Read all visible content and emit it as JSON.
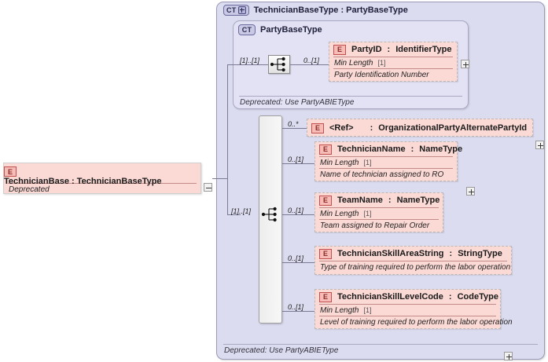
{
  "diagram": {
    "type": "xsd-schema-diagram",
    "colors": {
      "container_outer_bg": "#dcdcf0",
      "container_inner_bg": "#e2e2f4",
      "element_bg": "#fbd9d5",
      "element_badge_bg": "#f6bdb8",
      "element_badge_border": "#c0504d",
      "type_badge_bg": "#c9c9e6",
      "connector_line": "#7a7a95",
      "sequence_bar_bg": "#ededed"
    }
  },
  "root_element": {
    "badge": "E",
    "badge_icon": "element-badge-icon",
    "name": "TechnicianBase",
    "separator": ":",
    "type": "TechnicianBaseType",
    "annotation": "Deprecated",
    "expander": "collapse-minus-icon"
  },
  "outer_type": {
    "badge": "CT",
    "badge_icon": "complextype-badge-plus-icon",
    "title": "TechnicianBaseType : PartyBaseType",
    "footer": "Deprecated: Use PartyABIEType"
  },
  "inner_type": {
    "badge": "CT",
    "badge_icon": "complextype-badge-icon",
    "title": "PartyBaseType",
    "footer": "Deprecated: Use PartyABIEType",
    "sequence_icon": "sequence-compositor-icon",
    "sequence_cardinality": "[1]..[1]",
    "children": [
      {
        "badge": "E",
        "name": "PartyID",
        "separator": ":",
        "type": "IdentifierType",
        "cardinality": "0..[1]",
        "facet_name": "Min Length",
        "facet_value": "[1]",
        "documentation": "Party Identification Number",
        "expander": "expand-plus-icon"
      }
    ]
  },
  "sequence": {
    "icon": "sequence-compositor-icon",
    "cardinality": "[1]..[1]"
  },
  "children": [
    {
      "badge": "E",
      "name": "<Ref>",
      "separator": ":",
      "type": "OrganizationalPartyAlternatePartyId",
      "cardinality": "0..*",
      "facet_name": "",
      "facet_value": "",
      "documentation": "",
      "expander": "expand-plus-icon"
    },
    {
      "badge": "E",
      "name": "TechnicianName",
      "separator": ":",
      "type": "NameType",
      "cardinality": "0..[1]",
      "facet_name": "Min Length",
      "facet_value": "[1]",
      "documentation": "Name of technician assigned to RO",
      "expander": "expand-plus-icon"
    },
    {
      "badge": "E",
      "name": "TeamName",
      "separator": ":",
      "type": "NameType",
      "cardinality": "0..[1]",
      "facet_name": "Min Length",
      "facet_value": "[1]",
      "documentation": "Team assigned to Repair Order",
      "expander": "expand-plus-icon"
    },
    {
      "badge": "E",
      "name": "TechnicianSkillAreaString",
      "separator": ":",
      "type": "StringType",
      "cardinality": "0..[1]",
      "facet_name": "",
      "facet_value": "",
      "documentation": "Type of training required to perform the labor operation",
      "expander": ""
    },
    {
      "badge": "E",
      "name": "TechnicianSkillLevelCode",
      "separator": ":",
      "type": "CodeType",
      "cardinality": "0..[1]",
      "facet_name": "Min Length",
      "facet_value": "[1]",
      "documentation": "Level of training required to perform the labor operation",
      "expander": "expand-plus-icon"
    }
  ]
}
